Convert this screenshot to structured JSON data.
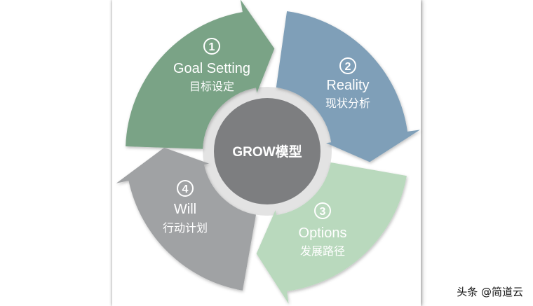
{
  "colors": {
    "goal": "#7aa386",
    "reality": "#7f9fb8",
    "options": "#b9d9bd",
    "will": "#a0a2a4",
    "center": "#7d7e80",
    "ring": "#e3e3e3"
  },
  "center": {
    "label": "GROW模型"
  },
  "segments": [
    {
      "number": "1",
      "title": "Goal Setting",
      "subtitle": "目标设定"
    },
    {
      "number": "2",
      "title": "Reality",
      "subtitle": "现状分析"
    },
    {
      "number": "3",
      "title": "Options",
      "subtitle": "发展路径"
    },
    {
      "number": "4",
      "title": "Will",
      "subtitle": "行动计划"
    }
  ],
  "watermark": "头条 @简道云"
}
